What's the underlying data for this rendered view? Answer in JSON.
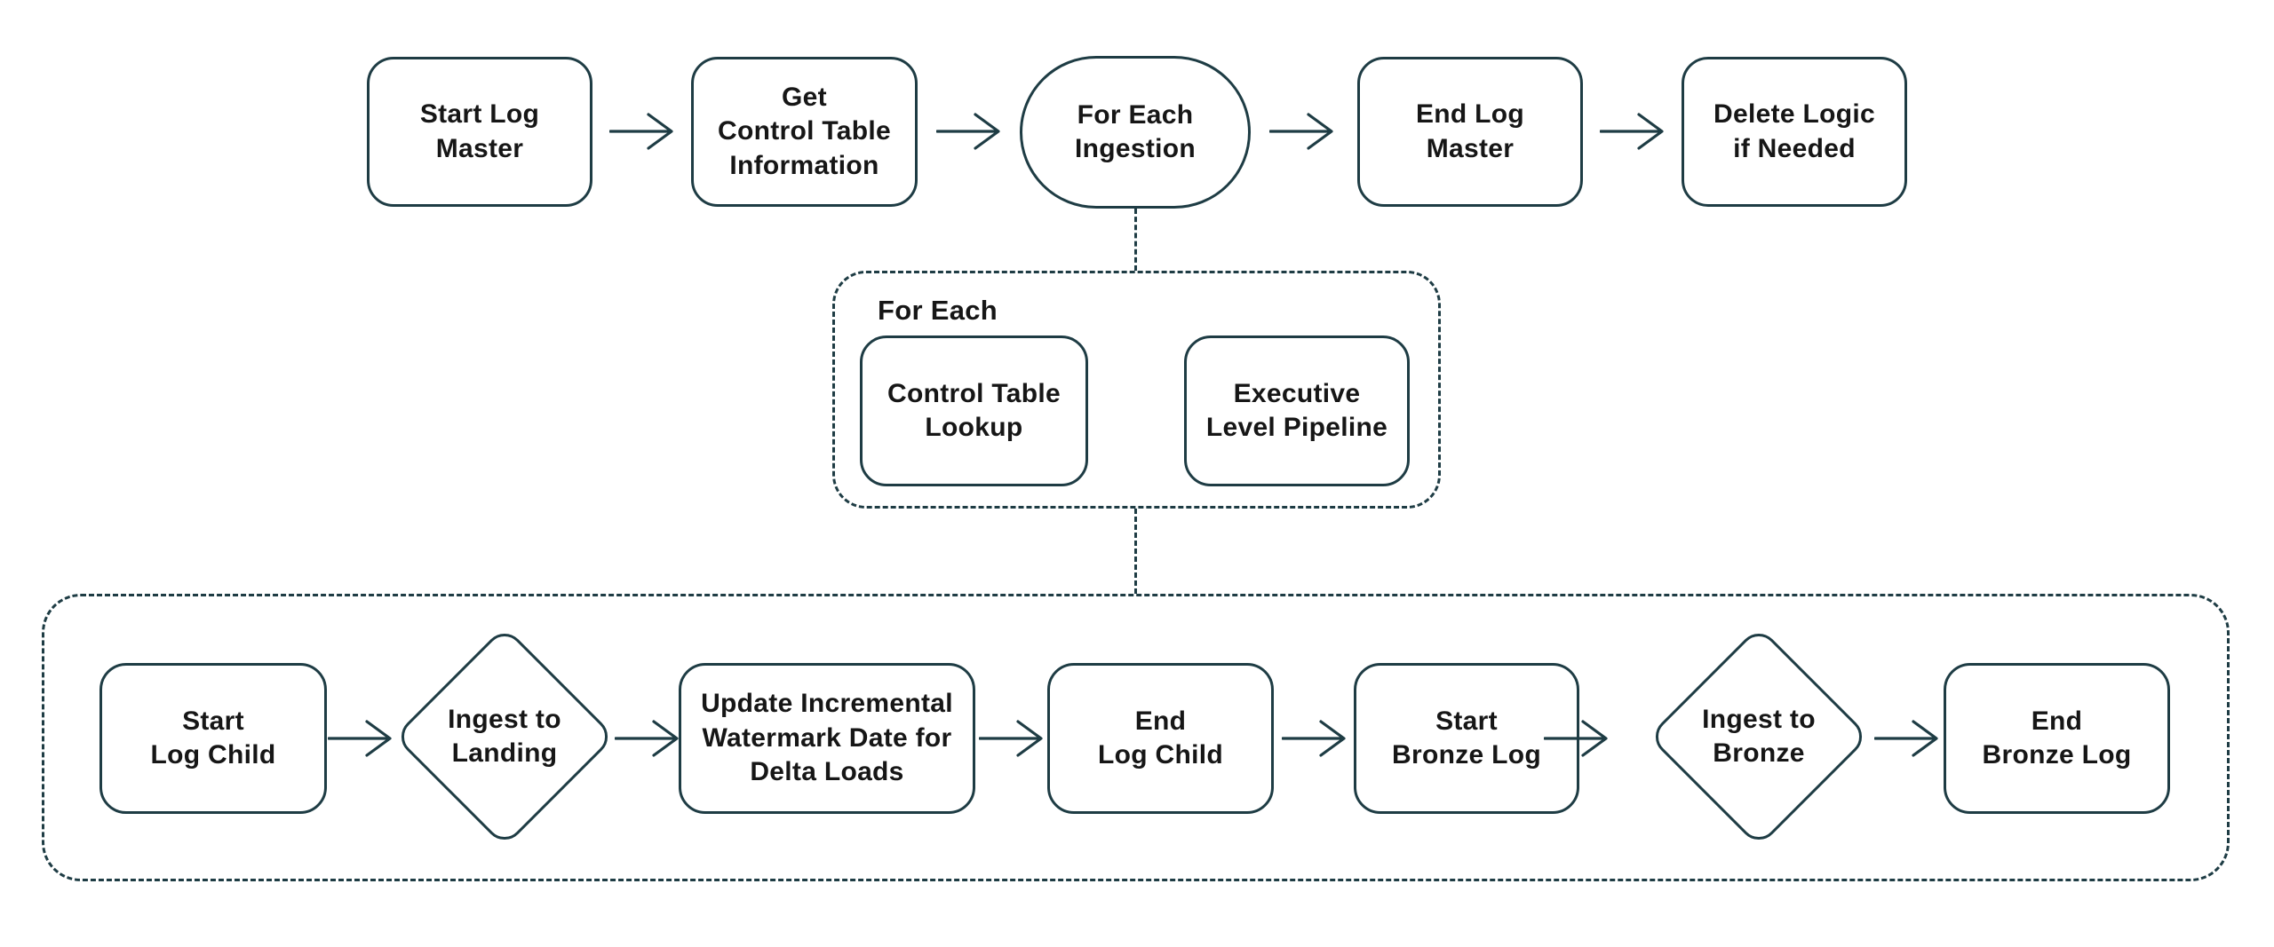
{
  "colors": {
    "stroke": "#1e3c44",
    "text": "#161616",
    "canvas": "#ffffff"
  },
  "top_row": {
    "nodes": [
      {
        "id": "start-log-master",
        "shape": "rounded-rect",
        "label": "Start Log\nMaster"
      },
      {
        "id": "get-control-table-information",
        "shape": "rounded-rect",
        "label": "Get\nControl Table\nInformation"
      },
      {
        "id": "for-each-ingestion",
        "shape": "ellipse",
        "label": "For Each\nIngestion"
      },
      {
        "id": "end-log-master",
        "shape": "rounded-rect",
        "label": "End Log\nMaster"
      },
      {
        "id": "delete-logic-if-needed",
        "shape": "rounded-rect",
        "label": "Delete Logic\nif Needed"
      }
    ]
  },
  "for_each_group": {
    "label": "For Each",
    "nodes": [
      {
        "id": "control-table-lookup",
        "shape": "rounded-rect",
        "label": "Control Table\nLookup"
      },
      {
        "id": "executive-level-pipeline",
        "shape": "rounded-rect",
        "label": "Executive\nLevel Pipeline"
      }
    ]
  },
  "child_group": {
    "nodes": [
      {
        "id": "start-log-child",
        "shape": "rounded-rect",
        "label": "Start\nLog Child"
      },
      {
        "id": "ingest-to-landing",
        "shape": "diamond",
        "label": "Ingest to\nLanding"
      },
      {
        "id": "update-incremental-watermark",
        "shape": "rounded-rect",
        "label": "Update Incremental\nWatermark Date for\nDelta Loads"
      },
      {
        "id": "end-log-child",
        "shape": "rounded-rect",
        "label": "End\nLog Child"
      },
      {
        "id": "start-bronze-log",
        "shape": "rounded-rect",
        "label": "Start\nBronze Log"
      },
      {
        "id": "ingest-to-bronze",
        "shape": "diamond",
        "label": "Ingest to\nBronze"
      },
      {
        "id": "end-bronze-log",
        "shape": "rounded-rect",
        "label": "End\nBronze Log"
      }
    ]
  }
}
